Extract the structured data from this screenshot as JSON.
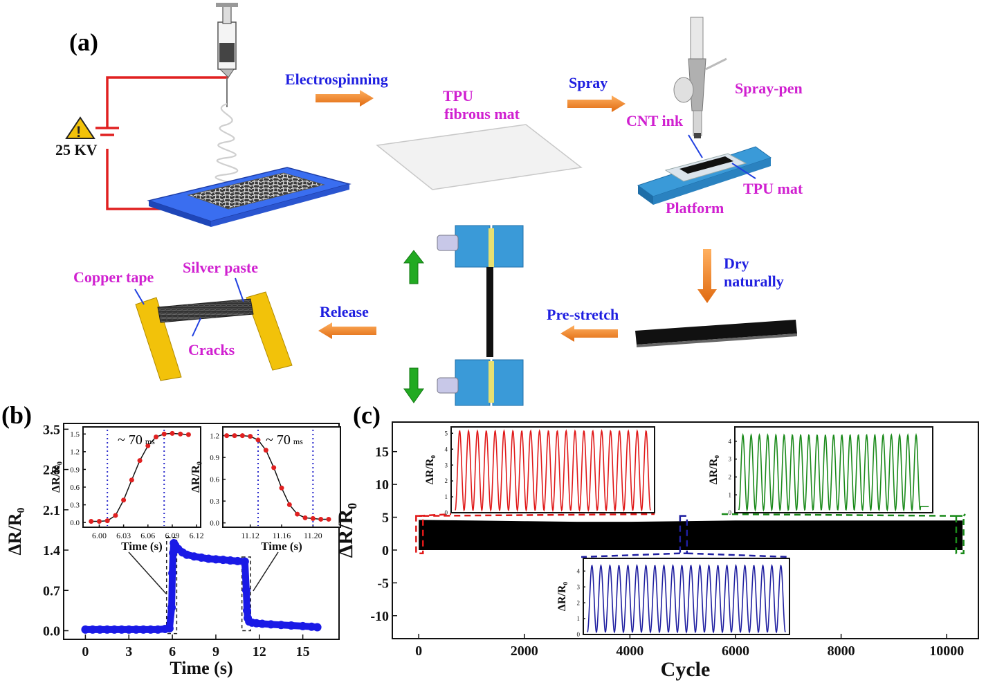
{
  "panel_a": {
    "panel_label": "(a)",
    "voltage": "25 KV",
    "steps": {
      "electrospinning": "Electrospinning",
      "spray": "Spray",
      "dry_line1": "Dry",
      "dry_line2": "naturally",
      "pre_stretch": "Pre-stretch",
      "release": "Release"
    },
    "labels": {
      "tpu_line1": "TPU",
      "tpu_line2": "fibrous mat",
      "spray_pen": "Spray-pen",
      "cnt_ink": "CNT ink",
      "tpu_mat": "TPU mat",
      "platform": "Platform",
      "copper_tape": "Copper tape",
      "silver_paste": "Silver paste",
      "cracks": "Cracks"
    },
    "colors": {
      "step_text": "#1f1fe0",
      "label_text": "#d020d0",
      "arrow": "#f08020",
      "circuit": "#e02020",
      "substrate": "#3a6ef0",
      "clamp": "#3a9ad8",
      "tape": "#f2c20a",
      "up_down_arrows": "#22aa22"
    }
  },
  "panel_b": {
    "panel_label": "(b)",
    "annot_1": "~ 70",
    "annot_1_unit": "ms",
    "annot_2": "~ 70",
    "annot_2_unit": "ms",
    "chart_data": [
      {
        "type": "scatter",
        "xlabel": "Time (s)",
        "ylabel": "ΔR/R₀",
        "xlim": [
          -1.5,
          17.5
        ],
        "ylim": [
          -0.15,
          3.6
        ],
        "xticks": [
          0,
          3,
          6,
          9,
          12,
          15
        ],
        "yticks": [
          "0.0",
          "0.7",
          "1.4",
          "2.1",
          "2.8",
          "3.5"
        ],
        "series_color": "#1a1ae6",
        "x": [
          0,
          0.5,
          1,
          1.5,
          2,
          2.5,
          3,
          3.5,
          4,
          4.5,
          5,
          5.5,
          5.8,
          5.95,
          6.0,
          6.05,
          6.1,
          6.2,
          6.4,
          6.7,
          7,
          7.5,
          8,
          8.5,
          9,
          9.5,
          10,
          10.5,
          11,
          11.1,
          11.15,
          11.2,
          11.3,
          11.5,
          11.8,
          12.2,
          12.8,
          13.5,
          14.2,
          15,
          15.6,
          16
        ],
        "values": [
          0.02,
          0.02,
          0.02,
          0.02,
          0.02,
          0.02,
          0.02,
          0.02,
          0.02,
          0.02,
          0.02,
          0.03,
          0.04,
          0.4,
          1.0,
          1.35,
          1.52,
          1.48,
          1.42,
          1.36,
          1.32,
          1.29,
          1.27,
          1.25,
          1.24,
          1.23,
          1.22,
          1.21,
          1.2,
          0.7,
          0.35,
          0.22,
          0.16,
          0.14,
          0.13,
          0.12,
          0.11,
          0.1,
          0.09,
          0.08,
          0.07,
          0.06
        ]
      },
      {
        "type": "line",
        "xlabel": "Time (s)",
        "ylabel": "ΔR/R₀",
        "xlim": [
          5.98,
          6.125
        ],
        "ylim": [
          -0.08,
          1.62
        ],
        "xticks": [
          "6.00",
          "6.03",
          "6.06",
          "6.09",
          "6.12"
        ],
        "yticks": [
          "0.0",
          "0.3",
          "0.6",
          "0.9",
          "1.2",
          "1.5"
        ],
        "vlines": [
          6.01,
          6.08
        ],
        "series_color": "#e02020",
        "x": [
          5.99,
          6.0,
          6.01,
          6.02,
          6.03,
          6.04,
          6.05,
          6.06,
          6.07,
          6.08,
          6.09,
          6.1,
          6.11
        ],
        "values": [
          0.02,
          0.02,
          0.03,
          0.12,
          0.38,
          0.72,
          1.05,
          1.3,
          1.45,
          1.5,
          1.51,
          1.5,
          1.49
        ]
      },
      {
        "type": "line",
        "xlabel": "Time (s)",
        "ylabel": "ΔR/R₀",
        "xlim": [
          11.085,
          11.235
        ],
        "ylim": [
          -0.06,
          1.32
        ],
        "xticks": [
          "11.12",
          "11.16",
          "11.20"
        ],
        "yticks": [
          "0.0",
          "0.3",
          "0.6",
          "0.9",
          "1.2"
        ],
        "vlines": [
          11.13,
          11.2
        ],
        "series_color": "#e02020",
        "x": [
          11.09,
          11.1,
          11.11,
          11.12,
          11.13,
          11.14,
          11.15,
          11.16,
          11.17,
          11.18,
          11.19,
          11.2,
          11.21,
          11.22
        ],
        "values": [
          1.2,
          1.2,
          1.2,
          1.19,
          1.14,
          1.0,
          0.76,
          0.48,
          0.25,
          0.12,
          0.07,
          0.06,
          0.05,
          0.05
        ]
      }
    ]
  },
  "panel_c": {
    "panel_label": "(c)",
    "chart_data": [
      {
        "type": "area",
        "xlabel": "Cycle",
        "ylabel": "ΔR/R₀",
        "xlim": [
          -500,
          10600
        ],
        "ylim": [
          -13.5,
          19.5
        ],
        "xticks": [
          0,
          2000,
          4000,
          6000,
          8000,
          10000
        ],
        "yticks": [
          -10,
          -5,
          0,
          5,
          10,
          15
        ],
        "series_color": "#000000",
        "x": [
          0,
          1000,
          2000,
          3000,
          4000,
          5000,
          6000,
          7000,
          8000,
          9000,
          10000,
          10300
        ],
        "values": [
          4.6,
          4.5,
          4.4,
          4.3,
          4.3,
          4.4,
          4.5,
          4.5,
          4.5,
          4.5,
          4.5,
          4.5
        ]
      },
      {
        "type": "line",
        "ylabel": "ΔR/R₀",
        "ylim": [
          0,
          5.4
        ],
        "yticks": [
          0,
          1,
          2,
          3,
          4,
          5
        ],
        "series_color": "#e01818",
        "cycles": 22,
        "amplitude": 5.0
      },
      {
        "type": "line",
        "ylabel": "ΔR/R₀",
        "ylim": [
          0,
          4.8
        ],
        "yticks": [
          0,
          1,
          2,
          3,
          4
        ],
        "series_color": "#1a8a1a",
        "cycles": 22,
        "amplitude": 4.2
      },
      {
        "type": "line",
        "ylabel": "ΔR/R₀",
        "ylim": [
          0,
          4.8
        ],
        "yticks": [
          0,
          1,
          2,
          3,
          4
        ],
        "series_color": "#1f1fa0",
        "cycles": 22,
        "amplitude": 4.2
      }
    ]
  }
}
